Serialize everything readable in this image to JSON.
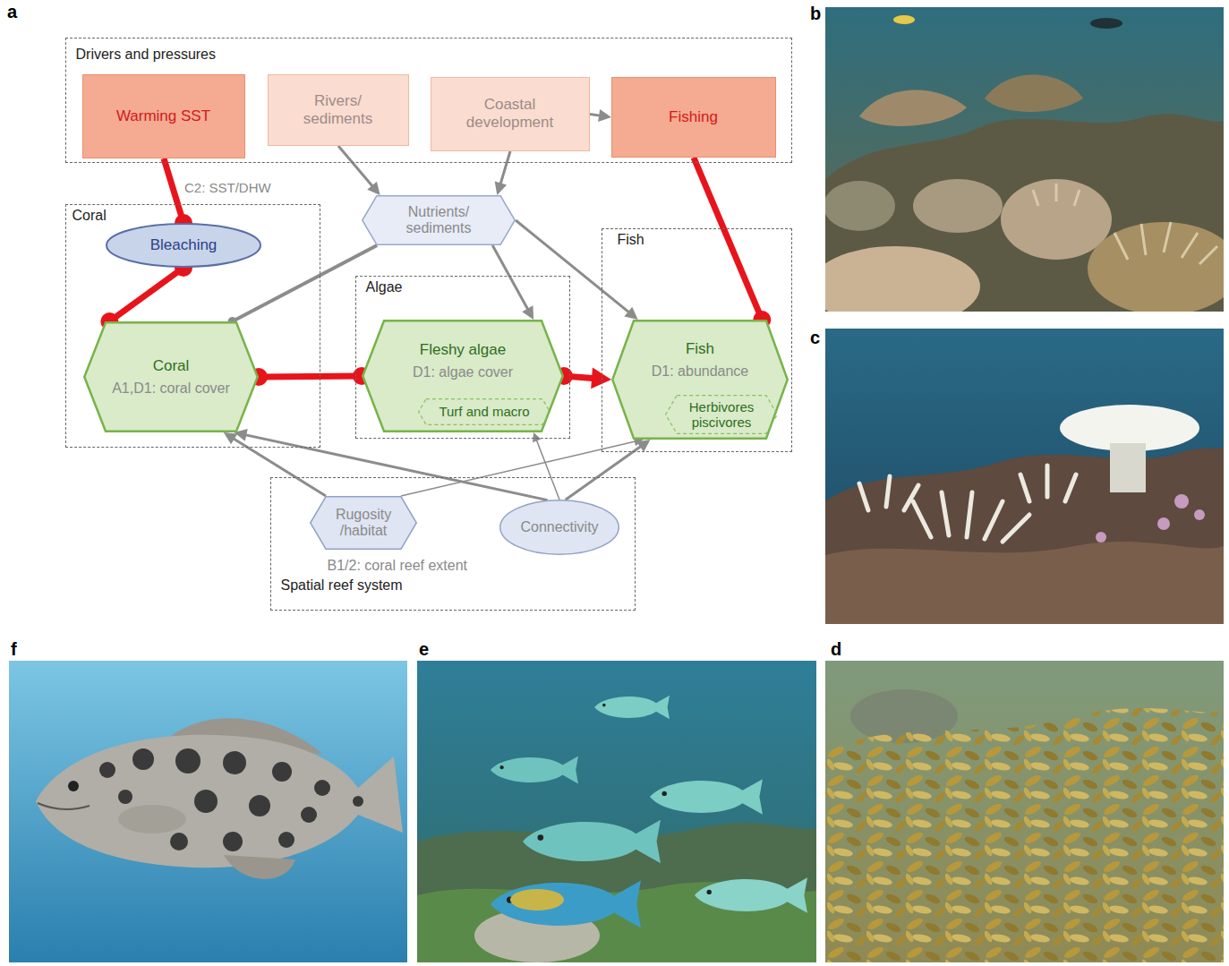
{
  "diagram": {
    "nodes": [
      {
        "text": [
          "Drivers and pressures"
        ]
      },
      {
        "text": [
          "Warming SST"
        ],
        "in": 0
      },
      {
        "text": [
          "Rivers/ sediments"
        ],
        "in": 0
      },
      {
        "text": [
          "Coastal development"
        ],
        "in": 0
      },
      {
        "text": [
          "Fishing"
        ],
        "in": 0
      },
      {
        "text": [
          "Coral"
        ]
      },
      {
        "text": [
          "Bleaching"
        ],
        "in": 5
      },
      {
        "text": [
          "Coral",
          "A1,D1: coral cover"
        ],
        "in": 5
      },
      {
        "text": [
          "Nutrients/ sediments"
        ]
      },
      {
        "text": [
          "Algae"
        ]
      },
      {
        "text": [
          "Fleshy algae",
          "D1: algae cover"
        ],
        "in": 9
      },
      {
        "text": [
          "Turf and macro"
        ],
        "in": 10
      },
      {
        "text": [
          "Fish"
        ]
      },
      {
        "text": [
          "Fish",
          "D1: abundance"
        ],
        "in": 12
      },
      {
        "text": [
          "Herbivores piscivores"
        ],
        "in": 13
      },
      {
        "text": [
          "B1/2: coral reef extent",
          "Spatial reef system"
        ]
      },
      {
        "text": [
          "Rugosity /habitat"
        ],
        "in": 15
      },
      {
        "text": [
          "Connectivity"
        ],
        "in": 15
      }
    ],
    "edges": [
      {
        "from": 1,
        "to": 6,
        "arrow": "to",
        "label": "C2: SST/DHW"
      },
      {
        "from": 6,
        "to": 7,
        "arrow": "both"
      },
      {
        "from": 2,
        "to": 8,
        "arrow": "to"
      },
      {
        "from": 3,
        "to": 8,
        "arrow": "to"
      },
      {
        "from": 3,
        "to": 4,
        "arrow": "to"
      },
      {
        "from": 4,
        "to": 13,
        "arrow": "to"
      },
      {
        "from": 8,
        "to": 7,
        "arrow": "to"
      },
      {
        "from": 8,
        "to": 10,
        "arrow": "to"
      },
      {
        "from": 8,
        "to": 13,
        "arrow": "to"
      },
      {
        "from": 7,
        "to": 10,
        "arrow": "both"
      },
      {
        "from": 10,
        "to": 13,
        "arrow": "both"
      },
      {
        "from": 16,
        "to": 7,
        "arrow": "to"
      },
      {
        "from": 16,
        "to": 13,
        "arrow": "to"
      },
      {
        "from": 17,
        "to": 7,
        "arrow": "to"
      },
      {
        "from": 17,
        "to": 10,
        "arrow": "to"
      },
      {
        "from": 17,
        "to": 13,
        "arrow": "to"
      }
    ],
    "labels": [
      "a",
      "b",
      "c",
      "d",
      "e",
      "f"
    ]
  }
}
